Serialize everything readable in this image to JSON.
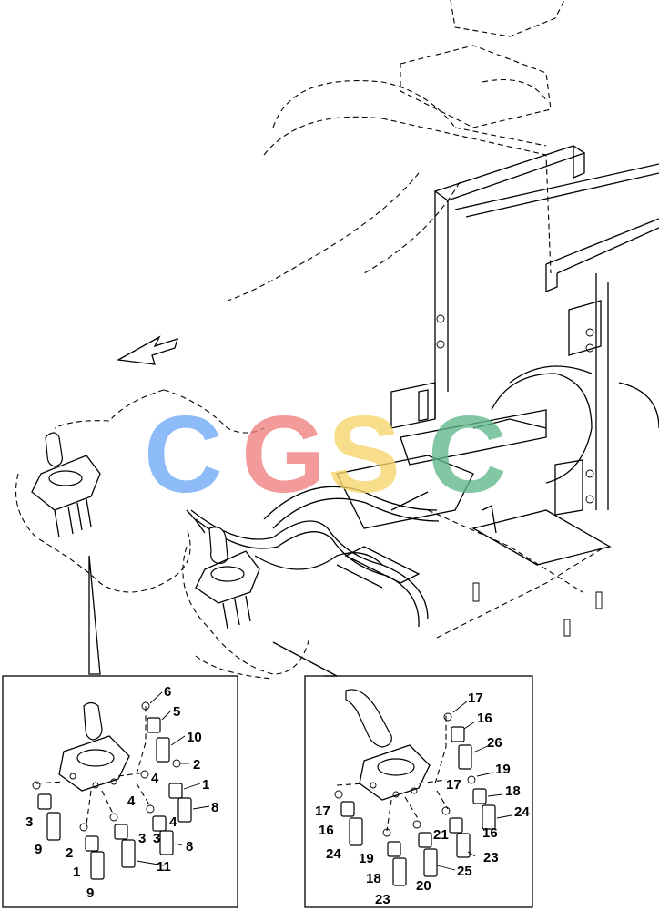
{
  "watermark": {
    "letters": [
      "C",
      "G",
      "S",
      "C"
    ],
    "colors": [
      "#6ea8f5",
      "#f08080",
      "#f7d66a",
      "#5fb88a"
    ]
  },
  "left_detail": {
    "callouts": [
      "6",
      "5",
      "10",
      "2",
      "4",
      "1",
      "4",
      "8",
      "3",
      "4",
      "3",
      "3",
      "2",
      "9",
      "1",
      "11",
      "8",
      "9"
    ]
  },
  "right_detail": {
    "callouts": [
      "17",
      "16",
      "26",
      "19",
      "17",
      "18",
      "17",
      "24",
      "16",
      "21",
      "16",
      "24",
      "23",
      "19",
      "25",
      "18",
      "20",
      "23"
    ]
  }
}
